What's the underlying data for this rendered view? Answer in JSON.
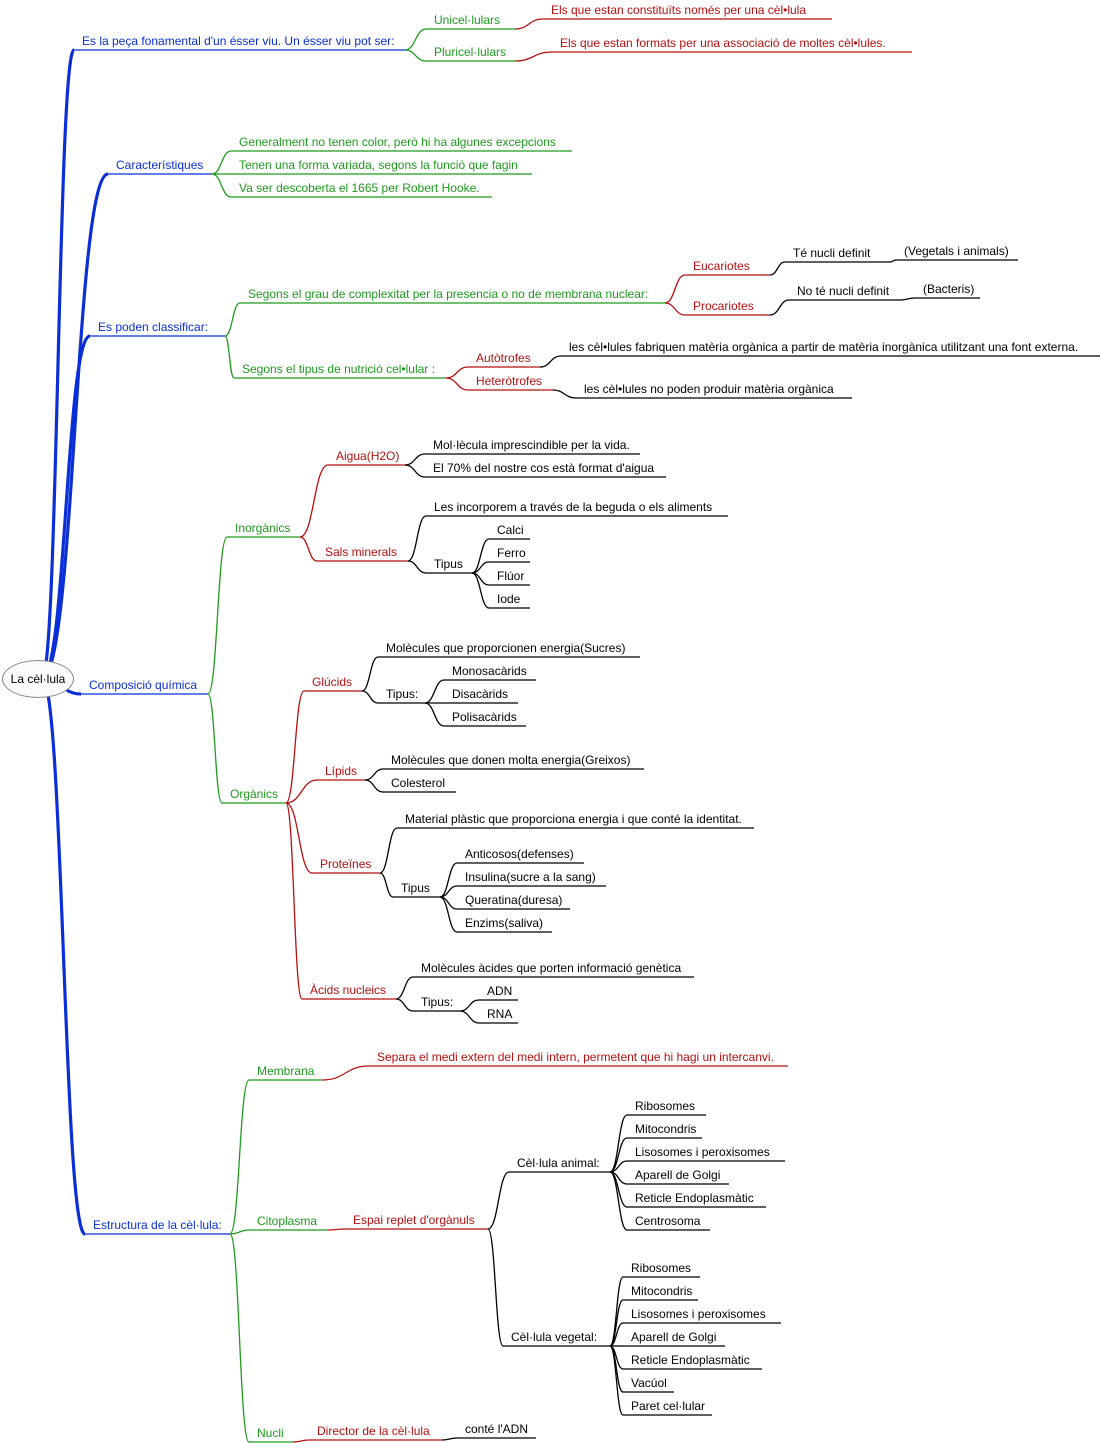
{
  "colors": {
    "blue": "#0a2fd6",
    "green": "#1f9a1f",
    "red": "#b51010",
    "black": "#000000"
  },
  "root": {
    "label": "La cèl·lula"
  },
  "branches": {
    "b1": {
      "label": "Es la peça fonamental d'un ésser viu. Un ésser viu pot ser:",
      "unicel": {
        "label": "Unicel·lulars",
        "desc": "Els que estan constituïts només per una cèl•lula"
      },
      "pluricel": {
        "label": "Pluricel·lulars",
        "desc": "Els que estan formats per una associació de moltes cèl•lules."
      }
    },
    "b2": {
      "label": "Característiques",
      "items": [
        "Generalment no tenen color, però hi ha algunes excepcions",
        "Tenen una forma variada, segons la funció que fagin",
        "Va ser descoberta el 1665 per Robert Hooke."
      ]
    },
    "b3": {
      "label": "Es poden classificar:",
      "grau": {
        "label": "Segons el grau de complexitat per la presencia o no de membrana nuclear:",
        "euc": {
          "label": "Eucariotes",
          "nucli": "Té nucli definit",
          "ex": "(Vegetals i animals)"
        },
        "pro": {
          "label": "Procariotes",
          "nucli": "No té nucli definit",
          "ex": "(Bacteris)"
        }
      },
      "nutri": {
        "label": "Segons el tipus de nutrició cel•lular :",
        "auto": {
          "label": "Autòtrofes",
          "desc": "les cèl•lules fabriquen matèria orgànica a partir de matèria inorgànica utilitzant una font externa."
        },
        "hetero": {
          "label": "Heteròtrofes",
          "desc": "les cèl•lules no poden produir matèria orgànica"
        }
      }
    },
    "b4": {
      "label": "Composició química",
      "inorg": {
        "label": "Inorgànics",
        "aigua": {
          "label": "Aigua(H2O)",
          "items": [
            "Mol·lècula imprescindible per la vida.",
            "El 70% del nostre cos està format d'aigua"
          ]
        },
        "sals": {
          "label": "Sals minerals",
          "intro": "Les incorporem a través de la beguda o els aliments",
          "tipus_label": "Tipus",
          "tipus": [
            "Calci",
            "Ferro",
            "Flúor",
            "Iode"
          ]
        }
      },
      "org": {
        "label": "Orgànics",
        "glucids": {
          "label": "Glúcids",
          "desc": "Molècules que proporcionen energia(Sucres)",
          "tipus_label": "Tipus:",
          "tipus": [
            "Monosacàrids",
            "Disacàrids",
            "Polisacàrids"
          ]
        },
        "lipids": {
          "label": "Lípids",
          "items": [
            "Molècules que donen molta energia(Greixos)",
            "Colesterol"
          ]
        },
        "proteines": {
          "label": "Proteïnes",
          "desc": "Material plàstic que proporciona energia i que conté la identitat.",
          "tipus_label": "Tipus",
          "tipus": [
            "Anticosos(defenses)",
            "Insulina(sucre a la sang)",
            "Queratina(duresa)",
            "Enzims(saliva)"
          ]
        },
        "acids": {
          "label": "Àcids nucleics",
          "desc": "Molècules àcides que porten informació genètica",
          "tipus_label": "Tipus:",
          "tipus": [
            "ADN",
            "RNA"
          ]
        }
      }
    },
    "b5": {
      "label": "Estructura de la cèl·lula:",
      "membrana": {
        "label": "Membrana",
        "desc": "Separa el medi extern del medi intern, permetent que hi hagi un intercanvi."
      },
      "citoplasma": {
        "label": "Citoplasma",
        "espai": "Espai replet d'orgànuls",
        "animal": {
          "label": "Cèl·lula animal:",
          "items": [
            "Ribosomes",
            "Mitocondris",
            "Lisosomes i peroxisomes",
            "Aparell de Golgi",
            "Reticle Endoplasmàtic",
            "Centrosoma"
          ]
        },
        "vegetal": {
          "label": "Cèl·lula vegetal:",
          "items": [
            "Ribosomes",
            "Mitocondris",
            "Lisosomes i peroxisomes",
            "Aparell de Golgi",
            "Reticle Endoplasmàtic",
            "Vacúol",
            "Paret cel·lular"
          ]
        }
      },
      "nucli": {
        "label": "Nucli",
        "director": "Director de la cèl·lula",
        "adn": "conté l'ADN"
      }
    }
  }
}
